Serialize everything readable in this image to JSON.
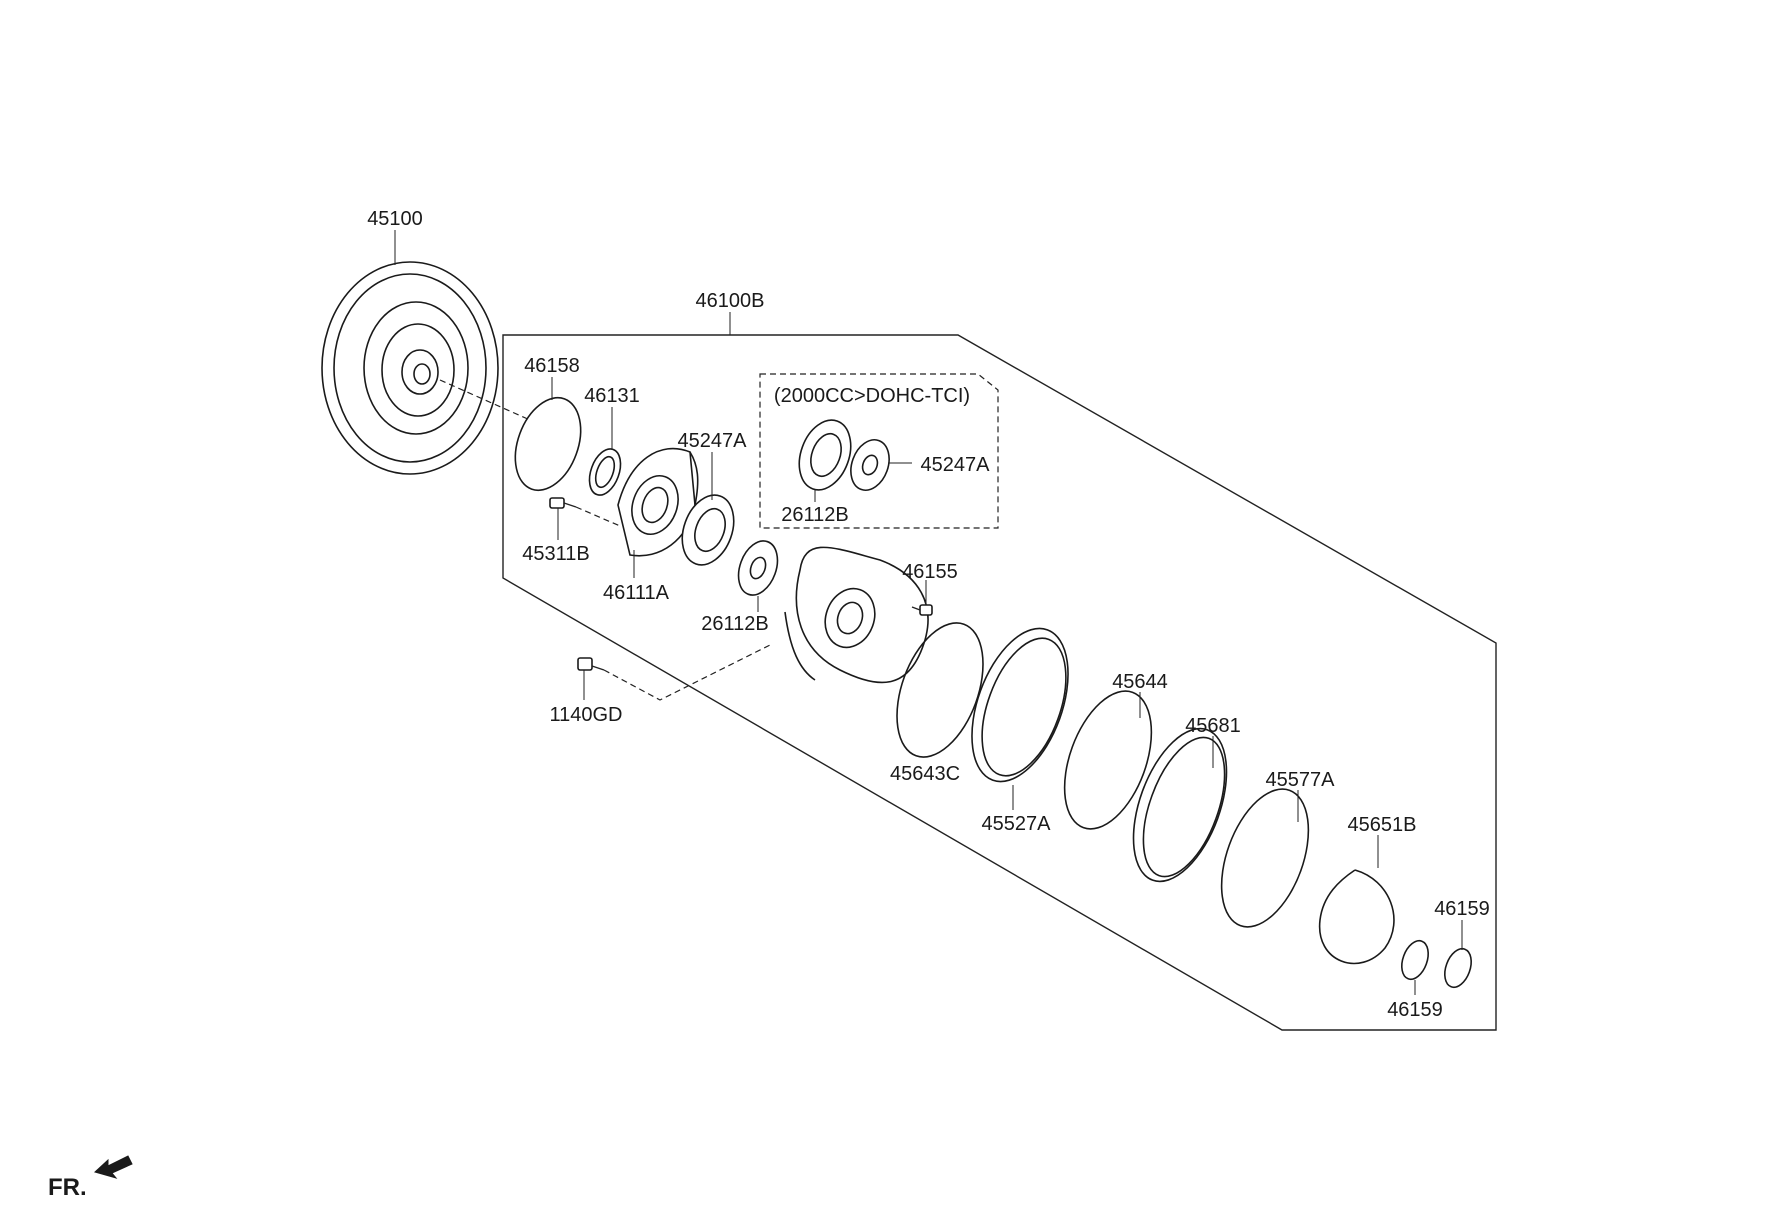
{
  "diagram": {
    "variant_box_label": "(2000CC>DOHC-TCI)",
    "front_indicator": "FR.",
    "callouts": {
      "c45100": "45100",
      "c46100B": "46100B",
      "c46158": "46158",
      "c46131": "46131",
      "c45247A_main": "45247A",
      "c45311B": "45311B",
      "c46111A": "46111A",
      "c26112B_main": "26112B",
      "c45247A_variant": "45247A",
      "c26112B_variant": "26112B",
      "c46155": "46155",
      "c1140GD": "1140GD",
      "c45643C": "45643C",
      "c45527A": "45527A",
      "c45644": "45644",
      "c45681": "45681",
      "c45577A": "45577A",
      "c45651B": "45651B",
      "c46159_upper": "46159",
      "c46159_lower": "46159"
    }
  }
}
